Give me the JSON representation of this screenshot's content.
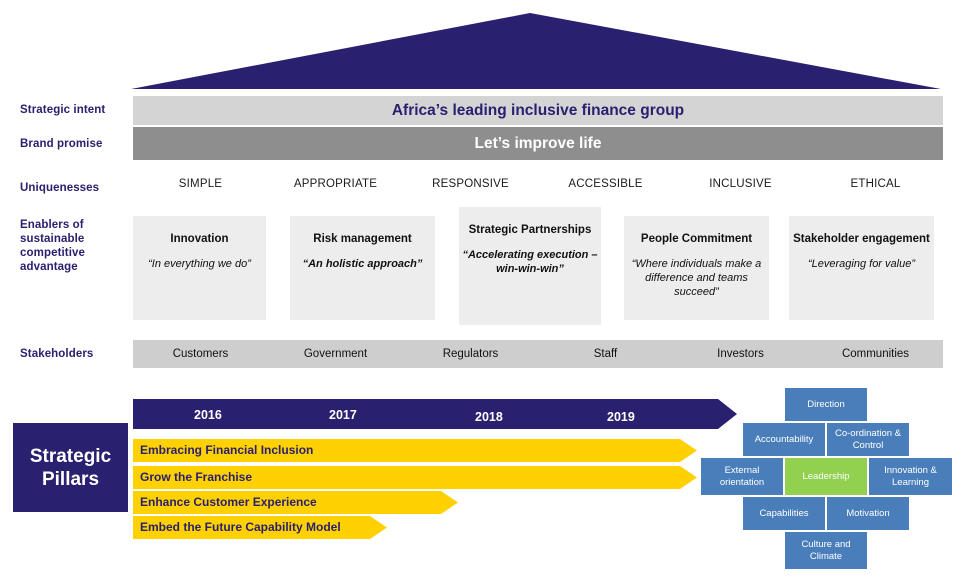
{
  "colors": {
    "navy": "#2A2070",
    "yellow": "#FFD100",
    "grey_light": "#D4D4D4",
    "grey_mid": "#8E8E8E",
    "grey_box": "#EDEDED",
    "grey_stake": "#CECECE",
    "blue": "#4A7EBB",
    "green": "#92D050",
    "white": "#FFFFFF"
  },
  "row_labels": {
    "strategic_intent": "Strategic intent",
    "brand_promise": "Brand promise",
    "uniquenesses": "Uniquenesses",
    "enablers": "Enablers of sustainable competitive advantage",
    "stakeholders": "Stakeholders"
  },
  "banner": {
    "strategic_intent": "Africa’s leading inclusive finance group",
    "brand_promise": "Let’s improve life"
  },
  "uniquenesses": [
    "SIMPLE",
    "APPROPRIATE",
    "RESPONSIVE",
    "ACCESSIBLE",
    "INCLUSIVE",
    "ETHICAL"
  ],
  "enablers": [
    {
      "title": "Innovation",
      "quote": "“In everything we do”",
      "bold": false
    },
    {
      "title": "Risk management",
      "quote": "“An holistic approach”",
      "bold": true
    },
    {
      "title": "Strategic Partnerships",
      "quote": "“Accelerating execution – win-win-win”",
      "bold": true
    },
    {
      "title": "People Commitment",
      "quote": "“Where individuals make a difference and teams succeed”",
      "bold": false
    },
    {
      "title": "Stakeholder engagement",
      "quote": "“Leveraging for value”",
      "bold": false
    }
  ],
  "stakeholders": [
    "Customers",
    "Government",
    "Regulators",
    "Staff",
    "Investors",
    "Communities"
  ],
  "pillars": {
    "title_line1": "Strategic",
    "title_line2": "Pillars",
    "years": [
      "2016",
      "2017",
      "2018",
      "2019"
    ],
    "bars": [
      "Embracing Financial Inclusion",
      "Grow the Franchise",
      "Enhance Customer Experience",
      "Embed the Future Capability Model"
    ]
  },
  "leadership": {
    "center": "Leadership",
    "top": "Direction",
    "bottom": "Culture and Climate",
    "upper_left": "Accountability",
    "upper_right": "Co-ordination & Control",
    "mid_left": "External orientation",
    "mid_right": "Innovation & Learning",
    "lower_left": "Capabilities",
    "lower_right": "Motivation"
  }
}
